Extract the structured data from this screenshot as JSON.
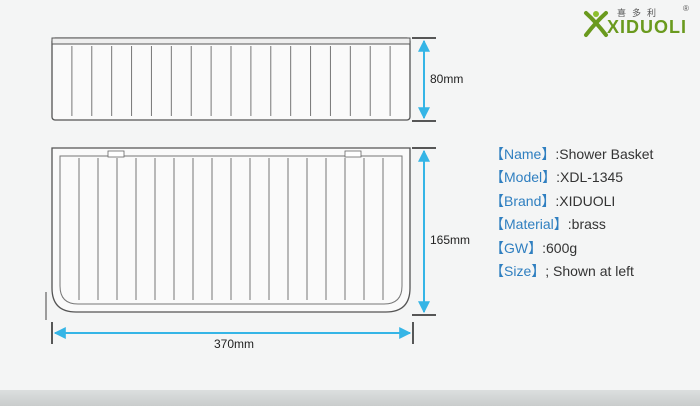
{
  "logo": {
    "chinese": "喜多利",
    "brand": "XIDUOLI",
    "registered": "®",
    "icon": "xiduoli-logo-icon"
  },
  "dimensions": {
    "height_top": "80mm",
    "height_bottom": "165mm",
    "width": "370mm"
  },
  "specs": [
    {
      "key": "Name",
      "value": ":Shower Basket"
    },
    {
      "key": "Model",
      "value": ":XDL-1345"
    },
    {
      "key": "Brand",
      "value": ":XIDUOLI"
    },
    {
      "key": "Material",
      "value": ":brass"
    },
    {
      "key": "GW",
      "value": ":600g"
    },
    {
      "key": "Size",
      "value": "; Shown at left"
    }
  ],
  "colors": {
    "accent": "#2f7fc0",
    "brand_green": "#6a9a1e",
    "dimension_line": "#35b5e6"
  }
}
